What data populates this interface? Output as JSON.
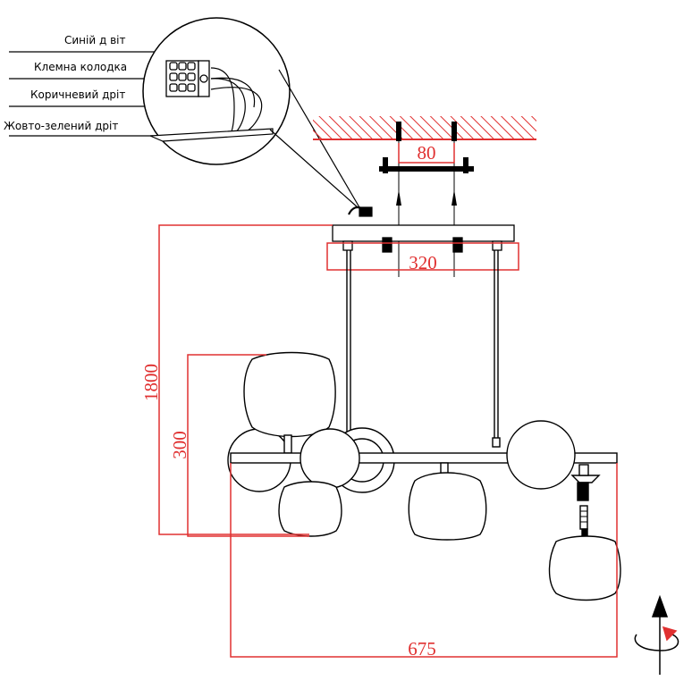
{
  "colors": {
    "line": "#000000",
    "dimension": "#e03030",
    "ceiling_hatch": "#e03030",
    "arrow_accent": "#e03030"
  },
  "labels": {
    "blue_wire": "Синій д віт",
    "terminal_block": "Клемна колодка",
    "brown_wire": "Коричневий дріт",
    "yellow_green_wire": "Жовто-зелений дріт"
  },
  "dimensions": {
    "mount_spacing": "80",
    "canopy_width": "320",
    "total_height": "1800",
    "shade_height": "300",
    "total_width": "675"
  },
  "icons": {
    "rotation": "rotate-arrow-icon"
  }
}
